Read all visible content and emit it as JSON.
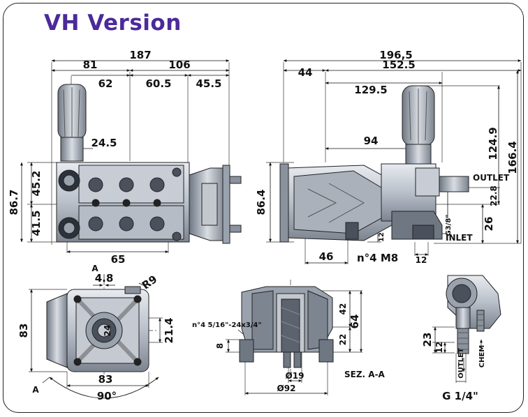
{
  "title": "VH Version",
  "front_view": {
    "overall_width": "187",
    "dim_81": "81",
    "dim_106": "106",
    "dim_62": "62",
    "dim_60_5": "60.5",
    "dim_45_5": "45.5",
    "dim_24_5": "24.5",
    "dim_45_2": "45.2",
    "dim_41_5": "41.5",
    "dim_86_7": "86.7",
    "dim_65": "65"
  },
  "side_view": {
    "overall_width": "196,5",
    "dim_44": "44",
    "dim_152_5": "152.5",
    "dim_129_5": "129.5",
    "dim_94": "94",
    "dim_124_9": "124.9",
    "dim_166_4": "166.4",
    "dim_86_4": "86.4",
    "dim_22_8": "22.8",
    "dim_26": "26",
    "dim_12a": "12",
    "dim_12b": "12",
    "dim_46": "46",
    "outlet_label": "OUTLET",
    "inlet_label": "INLET",
    "thread_label": "G3/8\"",
    "bolts_label": "n°4 M8"
  },
  "flange_view": {
    "dim_4_8": "4.8",
    "section_a_top": "A",
    "section_a_bottom": "A",
    "radius": "R9",
    "dim_83_v": "83",
    "dim_83_h": "83",
    "dim_21_4": "21.4",
    "dim_24": "24",
    "angle": "90°"
  },
  "section_view": {
    "thread_spec": "n°4 5/16\"-24x3/4\"",
    "dim_8": "8",
    "dim_42": "42",
    "dim_22": "22",
    "dim_64": "64",
    "dia_19": "Ø19",
    "dia_92": "Ø92",
    "section_label": "SEZ. A-A"
  },
  "valve_view": {
    "dim_23": "23",
    "dim_12": "12",
    "outlet_label": "OUTLET",
    "chem_label": "CHEM",
    "thread": "G 1/4\""
  }
}
